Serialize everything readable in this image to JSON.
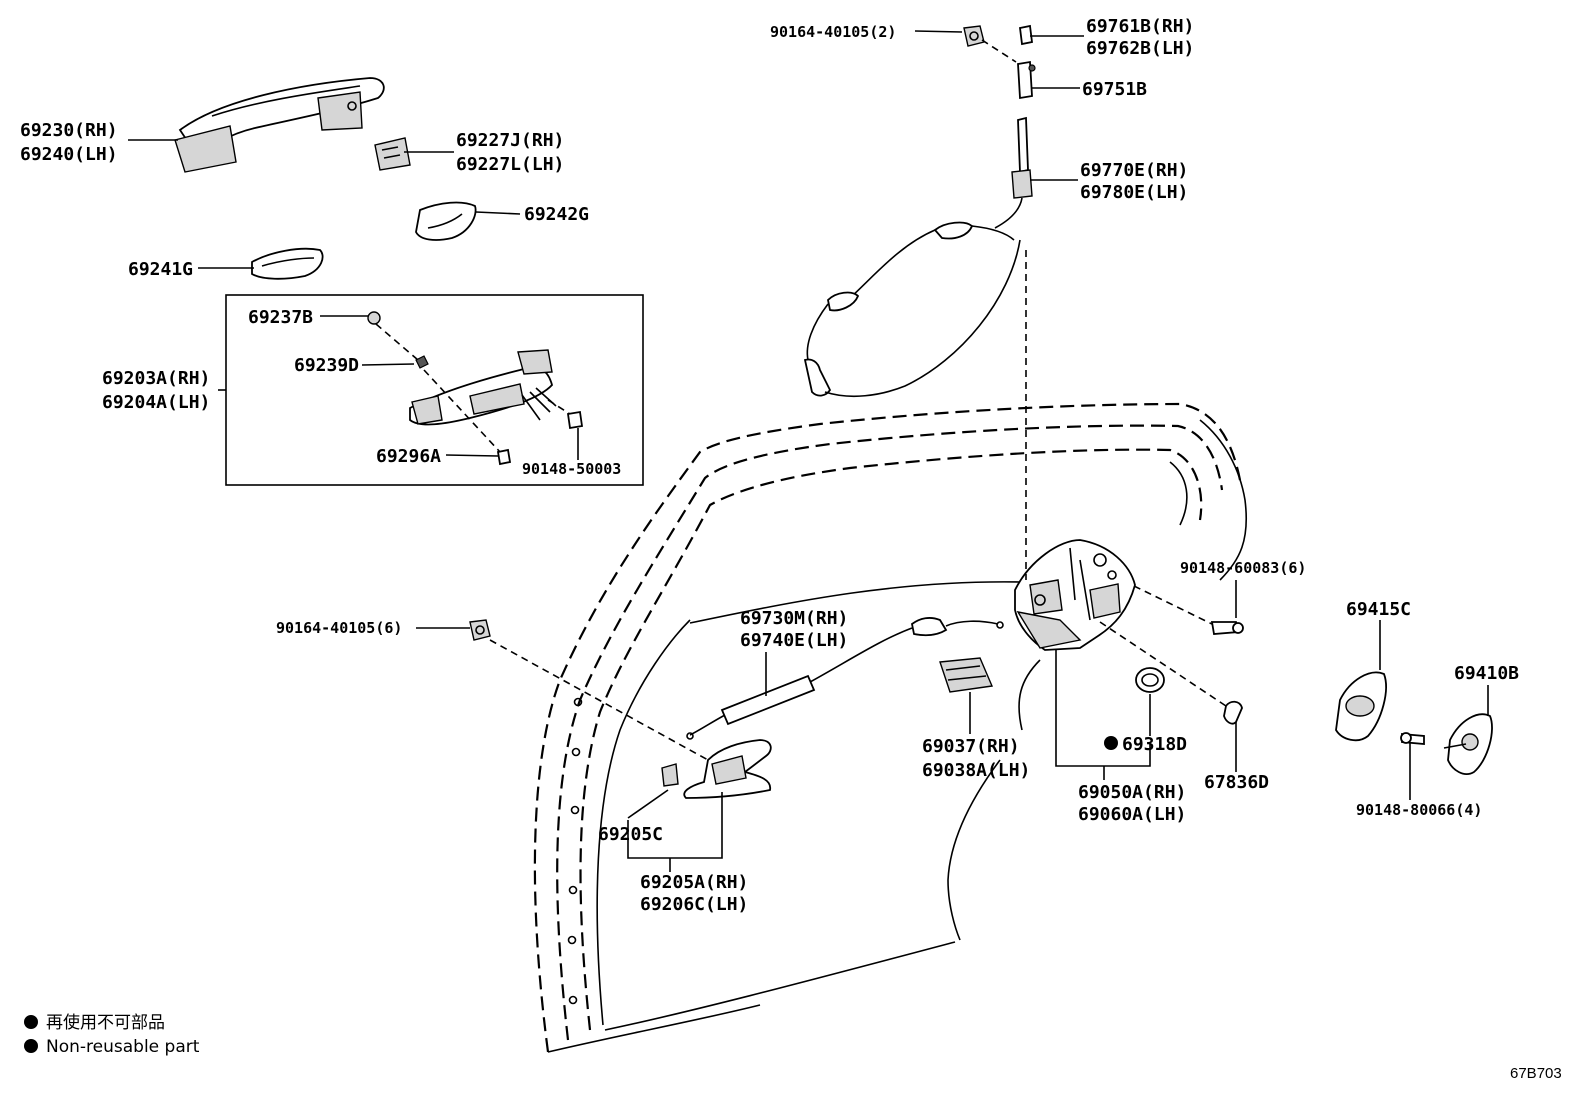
{
  "labels": {
    "p69230": "69230(RH)",
    "p69240": "69240(LH)",
    "p69227J": "69227J(RH)",
    "p69227L": "69227L(LH)",
    "p69242G": "69242G",
    "p69241G": "69241G",
    "p69237B": "69237B",
    "p69239D": "69239D",
    "p69203A": "69203A(RH)",
    "p69204A": "69204A(LH)",
    "p69296A": "69296A",
    "p90148_50003": "90148-50003",
    "p90164_top": "90164-40105(2)",
    "p69761B": "69761B(RH)",
    "p69762B": "69762B(LH)",
    "p69751B": "69751B",
    "p69770E": "69770E(RH)",
    "p69780E": "69780E(LH)",
    "p90148_60083": "90148-60083(6)",
    "p69415C": "69415C",
    "p69410B": "69410B",
    "p90164_left": "90164-40105(6)",
    "p69730M": "69730M(RH)",
    "p69740E": "69740E(LH)",
    "p69037": "69037(RH)",
    "p69038A": "69038A(LH)",
    "p69318D": "69318D",
    "p69050A": "69050A(RH)",
    "p69060A": "69060A(LH)",
    "p67836D": "67836D",
    "p90148_80066": "90148-80066(4)",
    "p69205C": "69205C",
    "p69205A": "69205A(RH)",
    "p69206C": "69206C(LH)"
  },
  "legend": {
    "jp": "再使用不可部品",
    "en": "Non-reusable part"
  },
  "reference_code": "67B703"
}
